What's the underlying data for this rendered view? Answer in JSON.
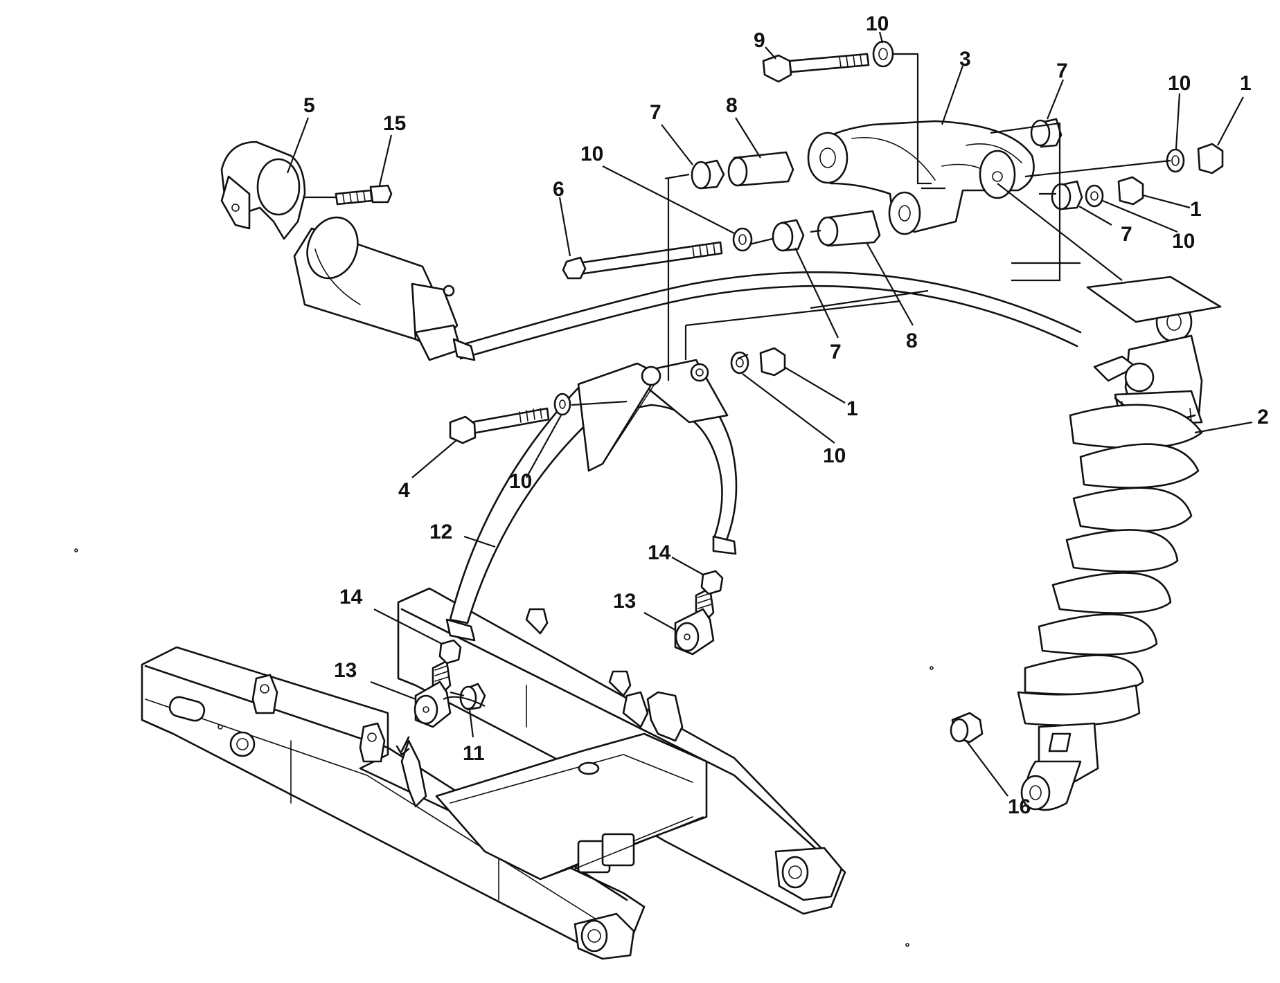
{
  "callouts": [
    "1",
    "2",
    "3",
    "4",
    "5",
    "6",
    "7",
    "8",
    "9",
    "10",
    "11",
    "12",
    "13",
    "14",
    "15",
    "16"
  ],
  "parts": {
    "p1": "nut",
    "p2": "shock-absorber",
    "p3": "rocker-link",
    "p4": "bolt",
    "p5": "reservoir-clamp",
    "p6": "long-bolt",
    "p7": "bushing",
    "p8": "sleeve",
    "p9": "bolt",
    "p10": "washer",
    "p11": "spacer",
    "p12": "linkage-fork",
    "p13": "rod-end",
    "p14": "lock-nut",
    "p15": "screw",
    "p16": "plug"
  },
  "colors": {
    "line": "#111111",
    "background": "#ffffff"
  }
}
